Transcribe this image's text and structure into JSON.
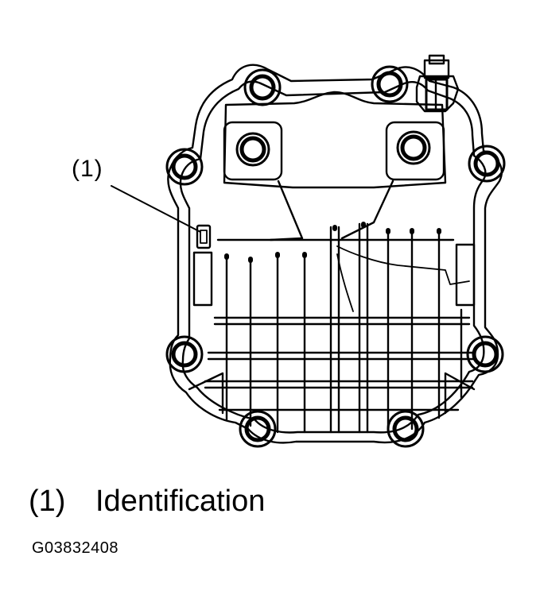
{
  "figure": {
    "callout_label": "(1)",
    "legend": {
      "number": "(1)",
      "text": "Identification"
    },
    "figure_code": "G03832408"
  }
}
